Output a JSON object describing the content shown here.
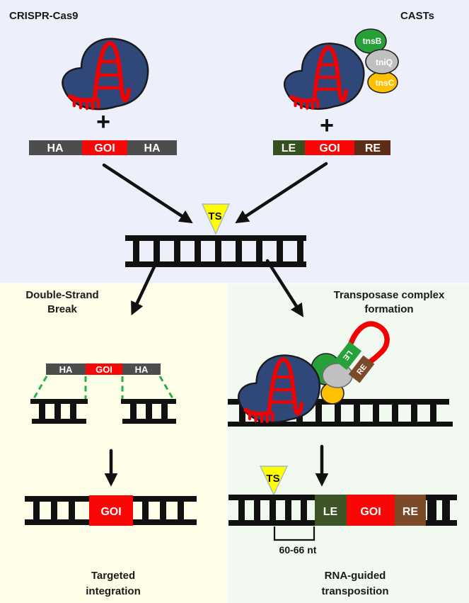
{
  "title_left": "CRISPR-Cas9",
  "title_right": "CASTs",
  "plus": "+",
  "target_site": {
    "label": "TS",
    "color": "#FFFF00",
    "border": "#A6B6CE"
  },
  "colors": {
    "panel_top_bg": "#EDF0FA",
    "cas9_body": "#2F4779",
    "rna_red": "#F40000",
    "ladder": "#111111",
    "dashed_green": "#22B14C",
    "ts_yellow": "#FFFF00"
  },
  "donor_cas9": {
    "segments": [
      {
        "label": "HA",
        "color": "#4D4D4D"
      },
      {
        "label": "GOI",
        "color": "#F90606"
      },
      {
        "label": "HA",
        "color": "#4D4D4D"
      }
    ]
  },
  "donor_cast": {
    "segments": [
      {
        "label": "LE",
        "color": "#36511F"
      },
      {
        "label": "GOI",
        "color": "#F90606"
      },
      {
        "label": "RE",
        "color": "#5E2D18"
      }
    ]
  },
  "proteins": [
    {
      "label": "tnsB",
      "color": "#28A03A"
    },
    {
      "label": "tniQ",
      "color": "#C0C0C0"
    },
    {
      "label": "tnsC",
      "color": "#FFC000"
    }
  ],
  "left_panel": {
    "bg": "#FFFEE9",
    "title1": "Double-Strand",
    "title2": "Break",
    "caption1": "Targeted",
    "caption2": "integration"
  },
  "right_panel": {
    "bg": "#F2F9F0",
    "title1": "Transposase complex",
    "title2": "formation",
    "caption1": "RNA-guided",
    "caption2": "transposition",
    "distance_label": "60-66 nt"
  },
  "integrated_goi": {
    "label": "GOI",
    "color": "#F90606"
  },
  "insertion": {
    "segments": [
      {
        "label": "LE",
        "color": "#3D5526"
      },
      {
        "label": "GOI",
        "color": "#F90606"
      },
      {
        "label": "RE",
        "color": "#7B4A28"
      }
    ]
  },
  "complex_tags": [
    {
      "label": "LE",
      "color": "#27A23B"
    },
    {
      "label": "RE",
      "color": "#7B4A28"
    }
  ]
}
